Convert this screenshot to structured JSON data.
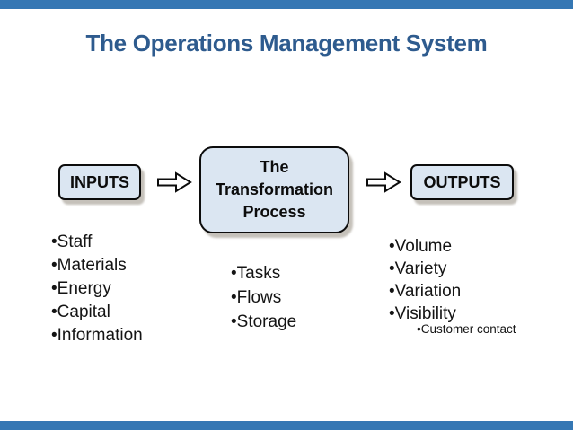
{
  "title": "The Operations Management System",
  "colors": {
    "accent_bar": "#3577b4",
    "box_fill": "#dbe6f2",
    "box_border": "#000000",
    "title_text": "#2e5b8e",
    "body_text": "#141414"
  },
  "boxes": {
    "inputs": {
      "label": "INPUTS"
    },
    "process": {
      "lines": [
        "The",
        "Transformation",
        "Process"
      ]
    },
    "outputs": {
      "label": "OUTPUTS"
    }
  },
  "arrows": {
    "left": "block-arrow-right",
    "right": "block-arrow-right"
  },
  "lists": {
    "inputs": {
      "items": [
        "•Staff",
        "•Materials",
        "•Energy",
        "•Capital",
        "•Information"
      ]
    },
    "process": {
      "items": [
        "•Tasks",
        "•Flows",
        "•Storage"
      ]
    },
    "outputs": {
      "items": [
        "•Volume",
        "•Variety",
        "•Variation",
        "•Visibility"
      ],
      "sub_item": "•Customer contact"
    }
  }
}
